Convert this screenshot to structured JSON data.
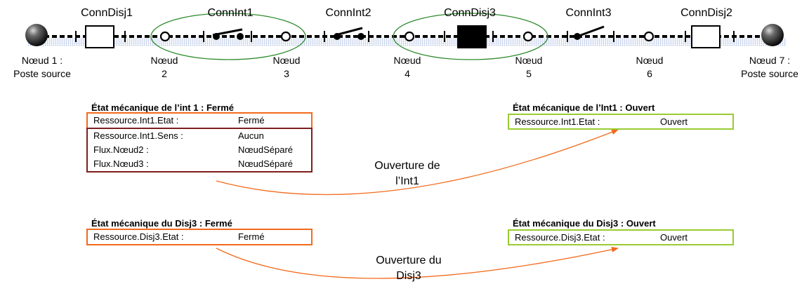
{
  "colors": {
    "orange": "#f26a1b",
    "green": "#99cc33",
    "maroon": "#7f1d1d",
    "ellipse": "#2e8b2e"
  },
  "components": {
    "conn_disj1": "ConnDisj1",
    "conn_int1": "ConnInt1",
    "conn_int2": "ConnInt2",
    "conn_disj3": "ConnDisj3",
    "conn_int3": "ConnInt3",
    "conn_disj2": "ConnDisj2"
  },
  "nodes": {
    "n1": {
      "line1": "Nœud 1 :",
      "line2": "Poste source"
    },
    "n2": {
      "line1": "Nœud",
      "line2": "2"
    },
    "n3": {
      "line1": "Nœud",
      "line2": "3"
    },
    "n4": {
      "line1": "Nœud",
      "line2": "4"
    },
    "n5": {
      "line1": "Nœud",
      "line2": "5"
    },
    "n6": {
      "line1": "Nœud",
      "line2": "6"
    },
    "n7": {
      "line1": "Nœud 7 :",
      "line2": "Poste source"
    }
  },
  "states": {
    "int1_before": {
      "title": "État mécanique de l’int 1 : Fermé",
      "etat": {
        "key": "Ressource.Int1.Etat :",
        "value": "Fermé"
      },
      "rows": [
        {
          "key": "Ressource.Int1.Sens :",
          "value": "Aucun"
        },
        {
          "key": "Flux.Nœud2 :",
          "value": "NœudSéparé"
        },
        {
          "key": "Flux.Nœud3 :",
          "value": "NœudSéparé"
        }
      ]
    },
    "int1_after": {
      "title": "État mécanique de l’Int1 : Ouvert",
      "etat": {
        "key": "Ressource.Int1.Etat :",
        "value": "Ouvert"
      }
    },
    "disj3_before": {
      "title": "État mécanique du Disj3 : Fermé",
      "etat": {
        "key": "Ressource.Disj3.Etat :",
        "value": "Fermé"
      }
    },
    "disj3_after": {
      "title": "État mécanique du Disj3 : Ouvert",
      "etat": {
        "key": "Ressource.Disj3.Etat :",
        "value": "Ouvert"
      }
    }
  },
  "transitions": {
    "t1": {
      "line1": "Ouverture de",
      "line2": "l’Int1"
    },
    "t2": {
      "line1": "Ouverture du",
      "line2": "Disj3"
    }
  }
}
